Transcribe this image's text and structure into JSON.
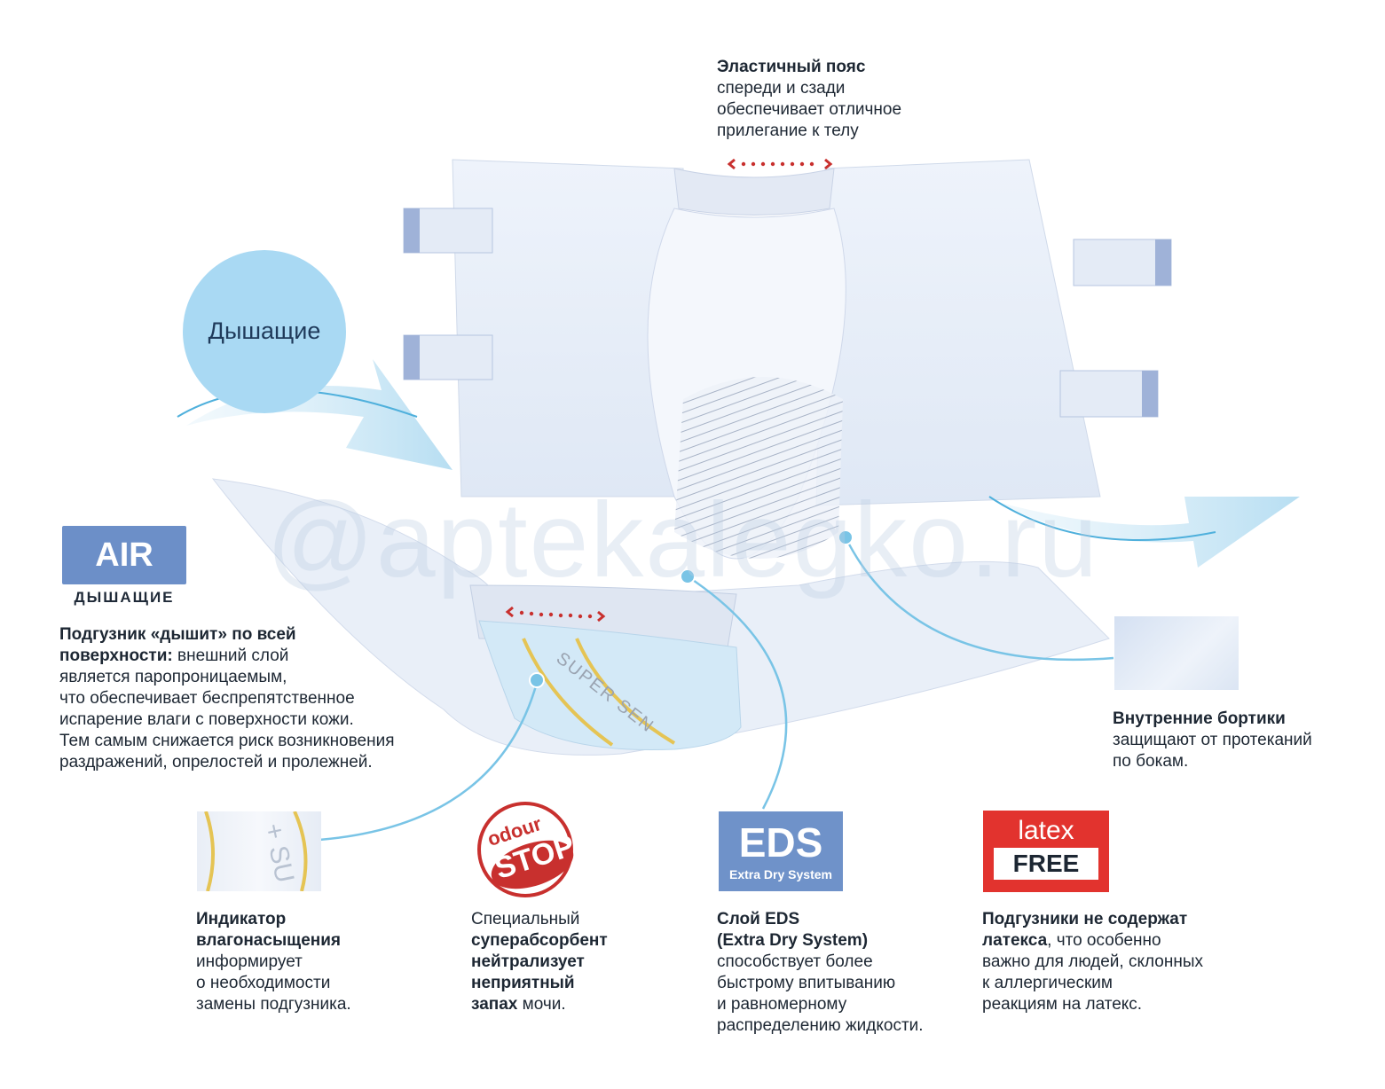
{
  "watermark": "@aptekalegko.ru",
  "breathable_bubble": {
    "label": "Дышащие"
  },
  "elastic_belt": {
    "title": "Эластичный пояс",
    "lines": [
      "спереди и сзади",
      "обеспечивает отличное",
      "прилегание к телу"
    ]
  },
  "air_badge": {
    "text": "AIR",
    "subtitle": "ДЫШАЩИЕ"
  },
  "breathable_text": {
    "bold_line1": "Подгузник «дышит» по всей",
    "bold_line2": "поверхности:",
    "line2_rest": " внешний слой",
    "lines": [
      "является паропроницаемым,",
      "что обеспечивает беспрепятственное",
      "испарение влаги с поверхности кожи.",
      "Тем самым снижается риск возникновения",
      "раздражений, опрелостей и пролежней."
    ]
  },
  "diaper_print": {
    "brand": "SUPER SEN"
  },
  "inner_cuffs": {
    "title": "Внутренние бортики",
    "lines": [
      "защищают от протеканий",
      "по бокам."
    ]
  },
  "indicator": {
    "tile_text": "+ SU",
    "title_line1": "Индикатор",
    "title_line2": "влагонасыщения",
    "lines": [
      "информирует",
      "о необходимости",
      "замены подгузника."
    ]
  },
  "odour": {
    "badge_top": "odour",
    "badge_bottom": "STOP",
    "line1": "Специальный",
    "bold_lines": [
      "суперабсорбент",
      "нейтрализует",
      "неприятный"
    ],
    "last_bold": "запах",
    "last_rest": " мочи."
  },
  "eds": {
    "badge_big": "EDS",
    "badge_small": "Extra Dry System",
    "title_line1": "Слой EDS",
    "title_line2": "(Extra Dry System)",
    "lines": [
      "способствует более",
      "быстрому впитыванию",
      "и равномерному",
      "распределению жидкости."
    ]
  },
  "latex": {
    "badge_top": "latex",
    "badge_bottom": "FREE",
    "bold_line1": "Подгузники не содержат",
    "bold_line2": "латекса",
    "line2_rest": ", что особенно",
    "lines": [
      "важно для людей, склонных",
      "к аллергическим",
      "реакциям на латекс."
    ]
  },
  "colors": {
    "accent_blue": "#6c8fc8",
    "light_blue": "#a9d9f3",
    "line_blue": "#79c4e6",
    "red": "#e2332e",
    "text_dark": "#1d2733"
  }
}
